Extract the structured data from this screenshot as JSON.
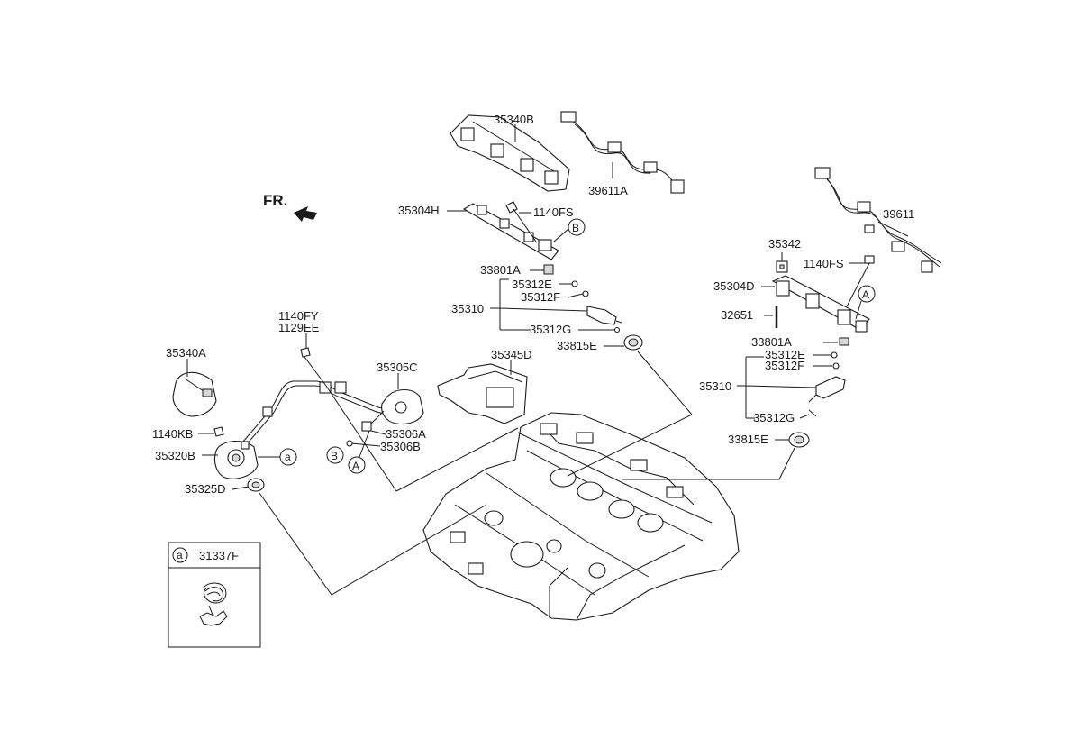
{
  "front_indicator": "FR.",
  "callouts": {
    "c35340B": "35340B",
    "c39611A": "39611A",
    "c39611": "39611",
    "c35304H": "35304H",
    "c1140FS_top": "1140FS",
    "c33801A_top": "33801A",
    "c35312E_top": "35312E",
    "c35312F_top": "35312F",
    "c35310_top": "35310",
    "c35312G_top": "35312G",
    "c33815E_top": "33815E",
    "c35345D": "35345D",
    "c35342": "35342",
    "c1140FS_right": "1140FS",
    "c35304D": "35304D",
    "c32651": "32651",
    "c33801A_right": "33801A",
    "c35312E_right": "35312E",
    "c35312F_right": "35312F",
    "c35310_right": "35310",
    "c35312G_right": "35312G",
    "c33815E_right": "33815E",
    "c1140FY": "1140FY",
    "c1129EE": "1129EE",
    "c35340A": "35340A",
    "c35305C": "35305C",
    "c35306A": "35306A",
    "c35306B": "35306B",
    "c1140KB": "1140KB",
    "c35320B": "35320B",
    "c35325D": "35325D"
  },
  "reference_markers": {
    "B_top": "B",
    "A_right": "A",
    "a_left": "a",
    "B_left": "B",
    "A_left": "A"
  },
  "legend": {
    "marker": "a",
    "part_number": "31337F"
  }
}
